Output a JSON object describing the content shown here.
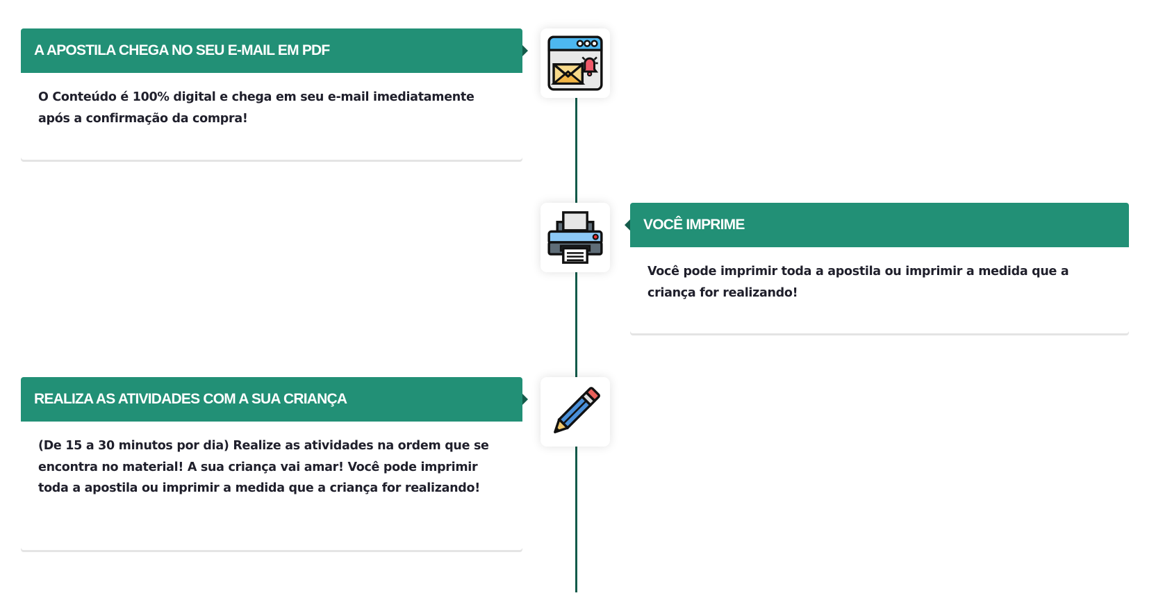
{
  "timeline": {
    "steps": [
      {
        "title": "A APOSTILA CHEGA NO SEU E-MAIL EM PDF",
        "text": "O Conteúdo é 100% digital e chega em seu e-mail imediatamente após a confirmação da compra!",
        "icon": "email-notification-icon",
        "side": "left"
      },
      {
        "title": "VOCÊ IMPRIME",
        "text": "Você pode imprimir toda a apostila ou imprimir a medida que a criança for realizando!",
        "icon": "printer-icon",
        "side": "right"
      },
      {
        "title": "REALIZA AS ATIVIDADES COM A SUA CRIANÇA",
        "text": "(De 15 a 30 minutos por dia) Realize as atividades na ordem que se encontra no material! A sua criança vai amar! Você pode imprimir toda a apostila ou imprimir a medida que a criança for realizando!",
        "icon": "pencil-icon",
        "side": "left"
      }
    ]
  },
  "colors": {
    "header": "#229076",
    "line": "#125a4a",
    "text": "#1f1f2b"
  }
}
